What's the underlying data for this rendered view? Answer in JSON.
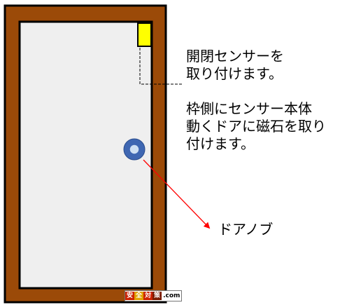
{
  "captions": {
    "sensor_line1": "開閉センサーを",
    "sensor_line2": "取り付けます。",
    "magnet_line1": "枠側にセンサー本体",
    "magnet_line2": "動くドアに磁石を取り",
    "magnet_line3": "付けます。",
    "knob": "ドアノブ"
  },
  "watermark": {
    "chars": [
      "安",
      "全",
      "対",
      "策"
    ],
    "domain": ".com"
  },
  "colors": {
    "frame": "#9B4A08",
    "door": "#EFEFEF",
    "sensor": "#FFFF00",
    "knob_ring": "#3F67B2",
    "knob_center": "#CFE0F3",
    "arrow": "#FF0000"
  },
  "icons": {
    "door": "door-icon",
    "sensor": "sensor-icon",
    "knob": "door-knob-icon"
  }
}
